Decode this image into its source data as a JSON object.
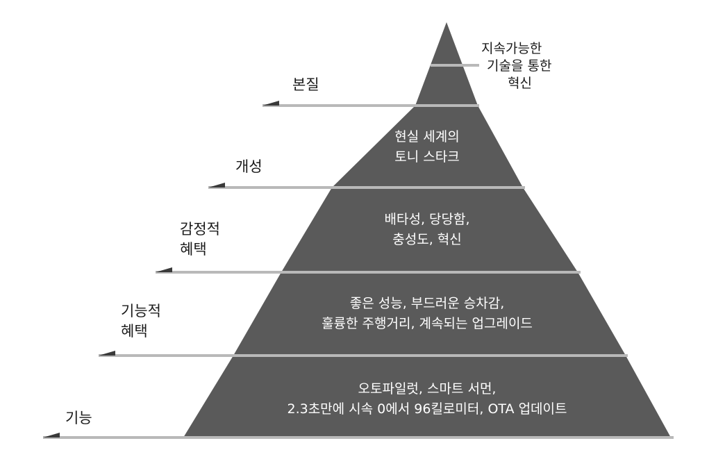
{
  "top": {
    "lines": [
      "지속가능한",
      "기술을 통한",
      "혁신"
    ]
  },
  "levels": [
    {
      "side_label": [
        "본질"
      ]
    },
    {
      "side_label": [
        "개성"
      ],
      "content": [
        "현실 세계의",
        "토니 스타크"
      ]
    },
    {
      "side_label": [
        "감정적",
        "혜택"
      ],
      "content": [
        "배타성, 당당함,",
        "충성도, 혁신"
      ]
    },
    {
      "side_label": [
        "기능적",
        "혜택"
      ],
      "content": [
        "좋은 성능, 부드러운 승차감,",
        "훌륭한 주행거리, 계속되는 업그레이드"
      ]
    },
    {
      "side_label": [
        "기능"
      ],
      "content": [
        "오토파일럿, 스마트 서먼,",
        "2.3초만에 시속 0에서 96킬로미터, OTA 업데이트"
      ]
    }
  ],
  "colors": {
    "tier_fill": "#5a5a5a",
    "divider": "#b9b9b9",
    "arrow_head": "#3a3a3a",
    "tier_text": "#ffffff",
    "label_text": "#1a1a1a"
  }
}
